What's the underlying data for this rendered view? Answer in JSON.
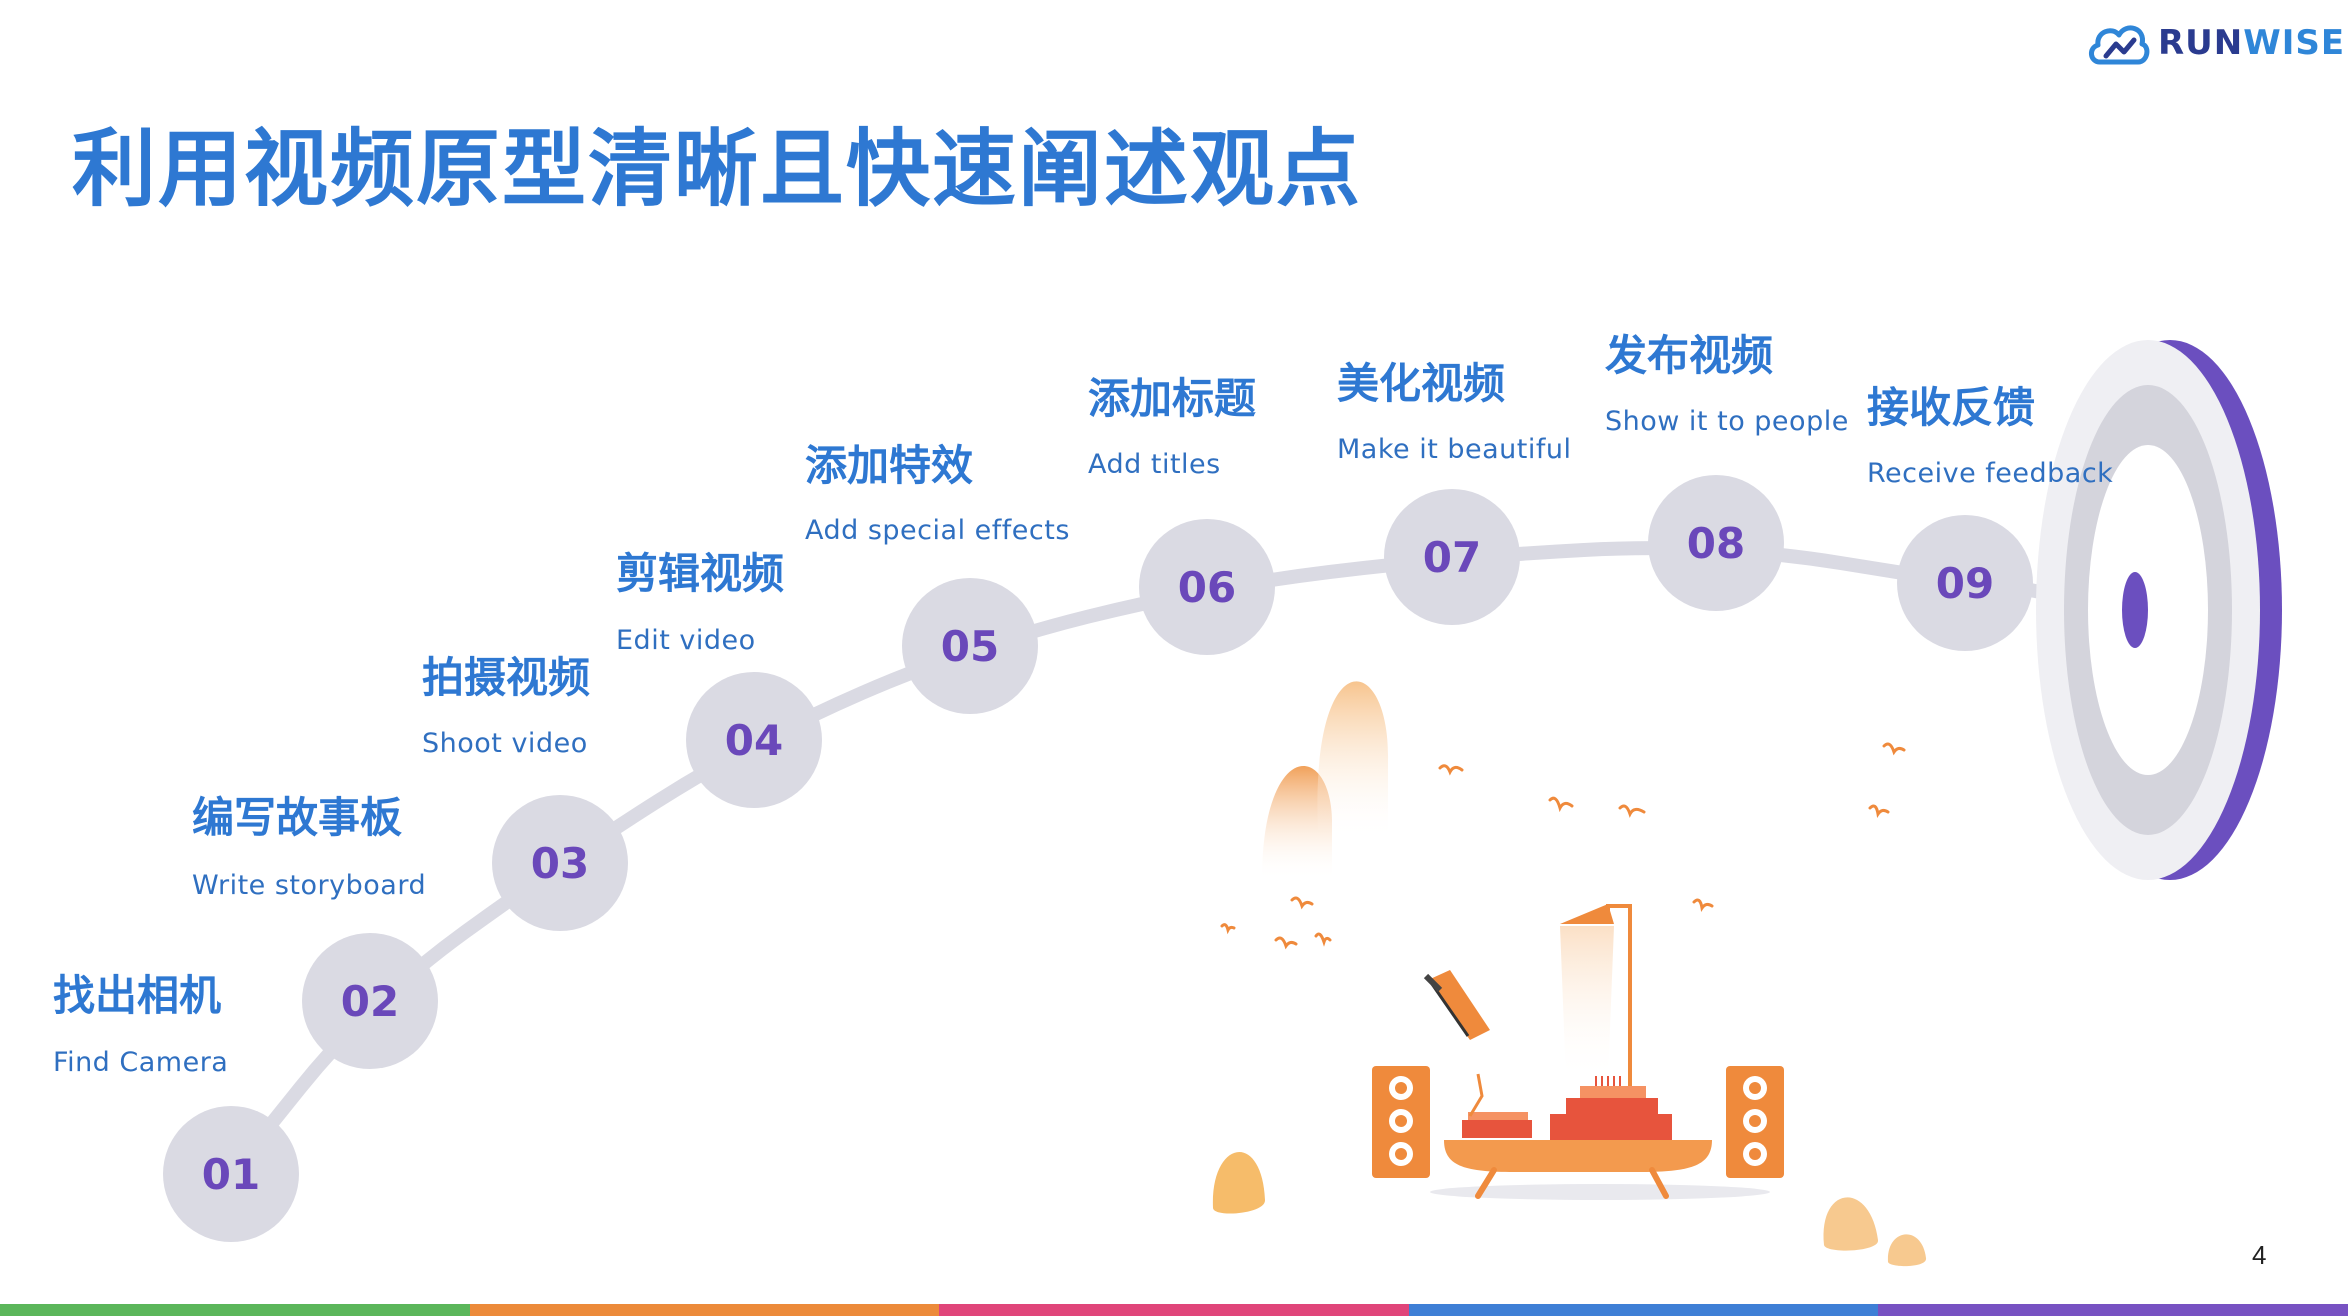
{
  "header": {
    "logo_text_run": "RUN",
    "logo_text_wise": "WISE",
    "title": "利用视频原型清晰且快速阐述观点"
  },
  "steps": [
    {
      "num": "01",
      "zh": "找出相机",
      "en": "Find Camera"
    },
    {
      "num": "02",
      "zh": "编写故事板",
      "en": "Write storyboard"
    },
    {
      "num": "03",
      "zh": "拍摄视频",
      "en": "Shoot video"
    },
    {
      "num": "04",
      "zh": "剪辑视频",
      "en": "Edit video"
    },
    {
      "num": "05",
      "zh": "添加特效",
      "en": "Add special effects"
    },
    {
      "num": "06",
      "zh": "添加标题",
      "en": "Add titles"
    },
    {
      "num": "07",
      "zh": "美化视频",
      "en": "Make it beautiful"
    },
    {
      "num": "08",
      "zh": "发布视频",
      "en": "Show it to people"
    },
    {
      "num": "09",
      "zh": "接收反馈",
      "en": "Receive feedback"
    }
  ],
  "footer": {
    "page_number": "4"
  },
  "colors": {
    "title": "#2e78d2",
    "step_number": "#6a48ba",
    "circle_fill": "#dadae3",
    "target_purple": "#6b4fbf",
    "illustration_orange": "#ef8a3c",
    "bar_green": "#5bb65a",
    "bar_orange": "#ec8a3a",
    "bar_pink": "#e0457a",
    "bar_blue": "#3e7fd6",
    "bar_purple": "#7752c2"
  },
  "icons": {
    "logo": "cloud-logo-icon",
    "target": "target-icon",
    "illustration": "music-room-illustration"
  }
}
